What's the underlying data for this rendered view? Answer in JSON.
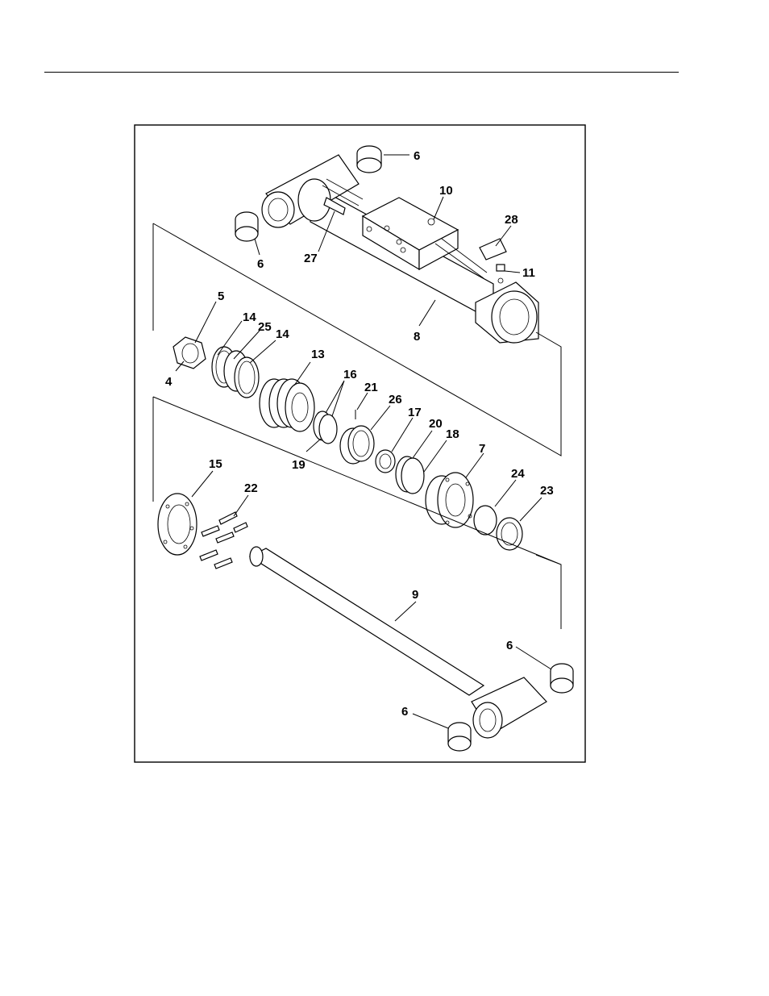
{
  "figure": {
    "callouts": {
      "c6a": "6",
      "c10": "10",
      "c28": "28",
      "c11": "11",
      "c6b": "6",
      "c27": "27",
      "c5": "5",
      "c14a": "14",
      "c25": "25",
      "c14b": "14",
      "c8": "8",
      "c4": "4",
      "c13": "13",
      "c16": "16",
      "c21": "21",
      "c26": "26",
      "c17": "17",
      "c20": "20",
      "c18": "18",
      "c19": "19",
      "c7": "7",
      "c15": "15",
      "c22": "22",
      "c24": "24",
      "c23": "23",
      "c9": "9",
      "c6c": "6",
      "c6d": "6"
    }
  },
  "colors": {
    "line": "#000000",
    "background": "#ffffff",
    "shade": "#555555"
  }
}
